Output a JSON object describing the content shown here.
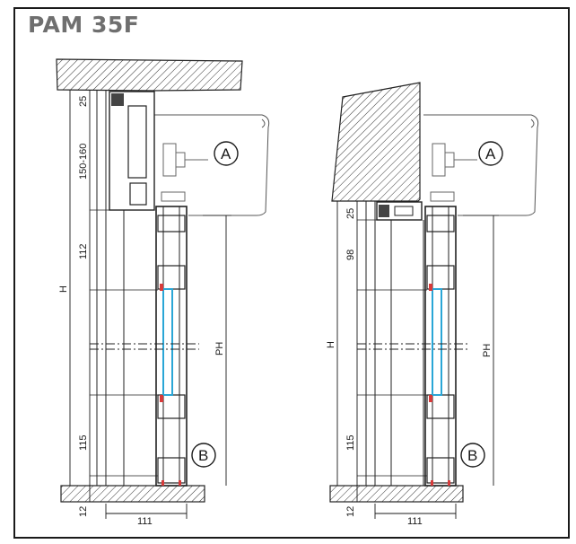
{
  "title": "PAM 35F",
  "left_view": {
    "dim_top": "25",
    "dim_box": "150-160",
    "dim_upper": "112",
    "dim_lower": "115",
    "dim_bottom": "12",
    "dim_width": "111",
    "dim_height": "H",
    "dim_passage": "PH",
    "callout_a": "A",
    "callout_b": "B"
  },
  "right_view": {
    "dim_top": "25",
    "dim_upper": "98",
    "dim_lower": "115",
    "dim_bottom": "12",
    "dim_width": "111",
    "dim_height": "H",
    "dim_passage": "PH",
    "callout_a": "A",
    "callout_b": "B"
  },
  "colors": {
    "frame": "#1a1a1a",
    "title": "#6f6f6f",
    "glass": "#2aa6d6",
    "seal": "#d83a3a"
  }
}
